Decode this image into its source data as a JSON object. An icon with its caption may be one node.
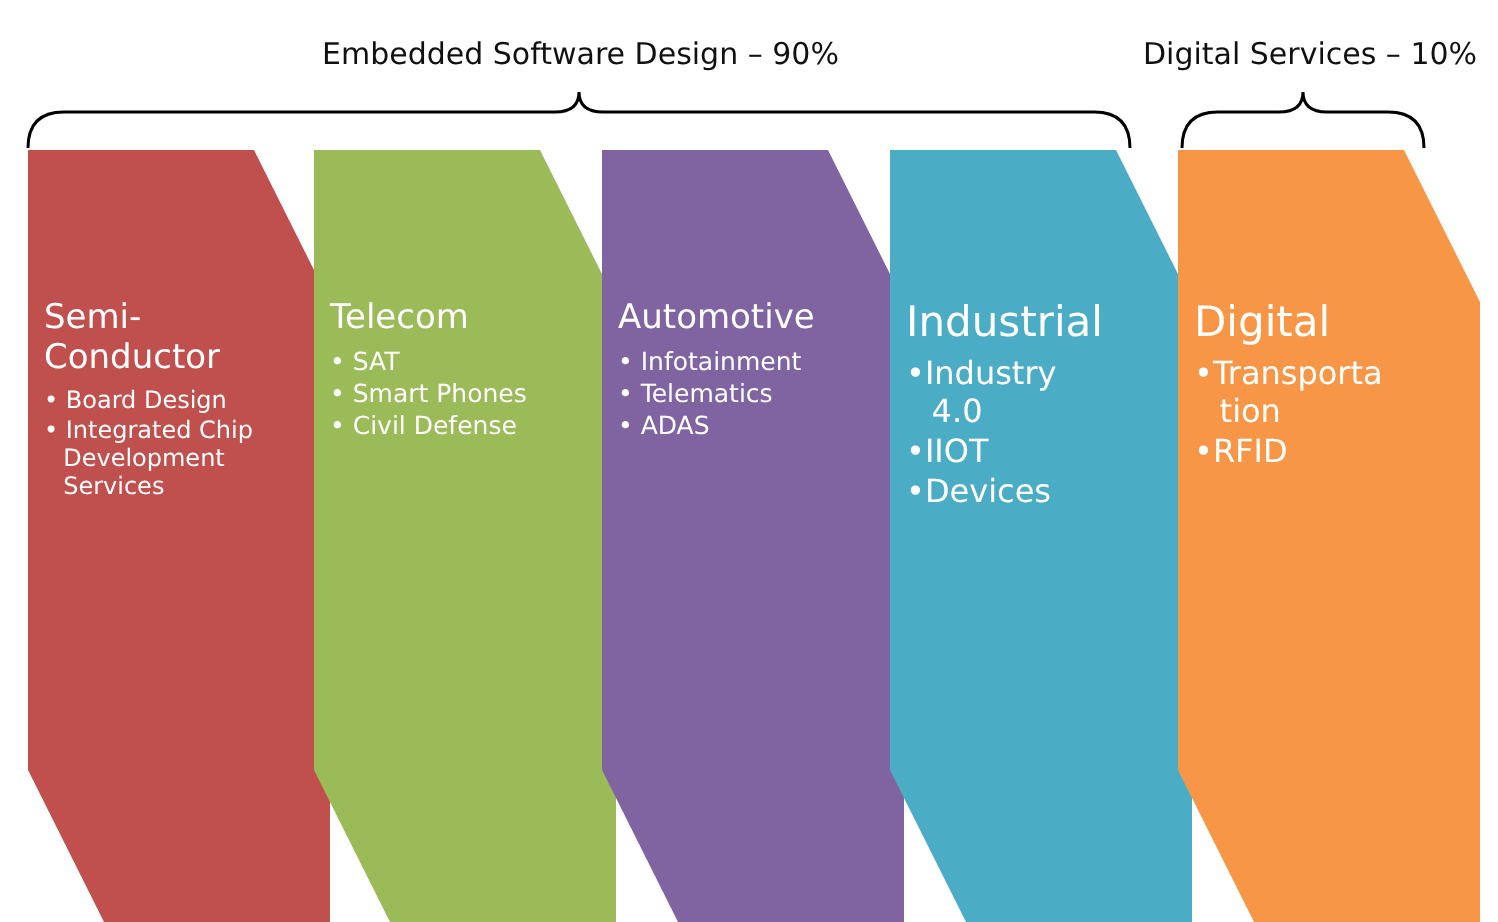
{
  "diagram": {
    "nodes": [
      {
        "text": [
          "Semi-Conductor",
          "• Board Design",
          "• Integrated Chip Development Services"
        ]
      },
      {
        "text": [
          "Telecom",
          "• SAT",
          "• Smart Phones",
          "• Civil Defense"
        ]
      },
      {
        "text": [
          "Automotive",
          "• Infotainment",
          "• Telematics",
          "• ADAS"
        ]
      },
      {
        "text": [
          "Industrial",
          "•Industry 4.0",
          "•IIOT",
          "•Devices"
        ]
      },
      {
        "text": [
          "Digital",
          "•Transportation",
          "•RFID"
        ]
      }
    ],
    "labels": [
      "Embedded Software Design – 90%",
      "Digital Services – 10%"
    ]
  }
}
